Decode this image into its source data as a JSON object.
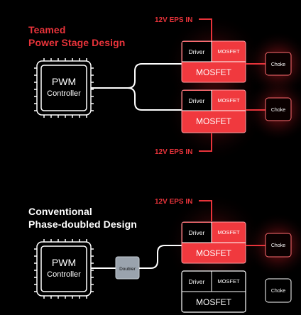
{
  "colors": {
    "accent": "#e8333a",
    "accent_fill": "#f0393e",
    "line": "#ffffff",
    "background": "#000000",
    "doubler_fill": "#9aa3ad"
  },
  "teamed": {
    "title_line1": "Teamed",
    "title_line2": "Power Stage Design",
    "eps_top": "12V EPS IN",
    "eps_bottom": "12V EPS IN",
    "pwm_line1": "PWM",
    "pwm_line2": "Controller",
    "stage1": {
      "driver": "Driver",
      "mosfet_small": "MOSFET",
      "mosfet": "MOSFET",
      "choke": "Choke"
    },
    "stage2": {
      "driver": "Driver",
      "mosfet_small": "MOSFET",
      "mosfet": "MOSFET",
      "choke": "Choke"
    }
  },
  "conventional": {
    "title_line1": "Conventional",
    "title_line2": "Phase-doubled Design",
    "eps_top": "12V EPS IN",
    "pwm_line1": "PWM",
    "pwm_line2": "Controller",
    "doubler": "Doubler",
    "stage1": {
      "driver": "Driver",
      "mosfet_small": "MOSFET",
      "mosfet": "MOSFET",
      "choke": "Choke"
    },
    "stage2": {
      "driver": "Driver",
      "mosfet_small": "MOSFET",
      "mosfet": "MOSFET",
      "choke": "Choke"
    }
  }
}
